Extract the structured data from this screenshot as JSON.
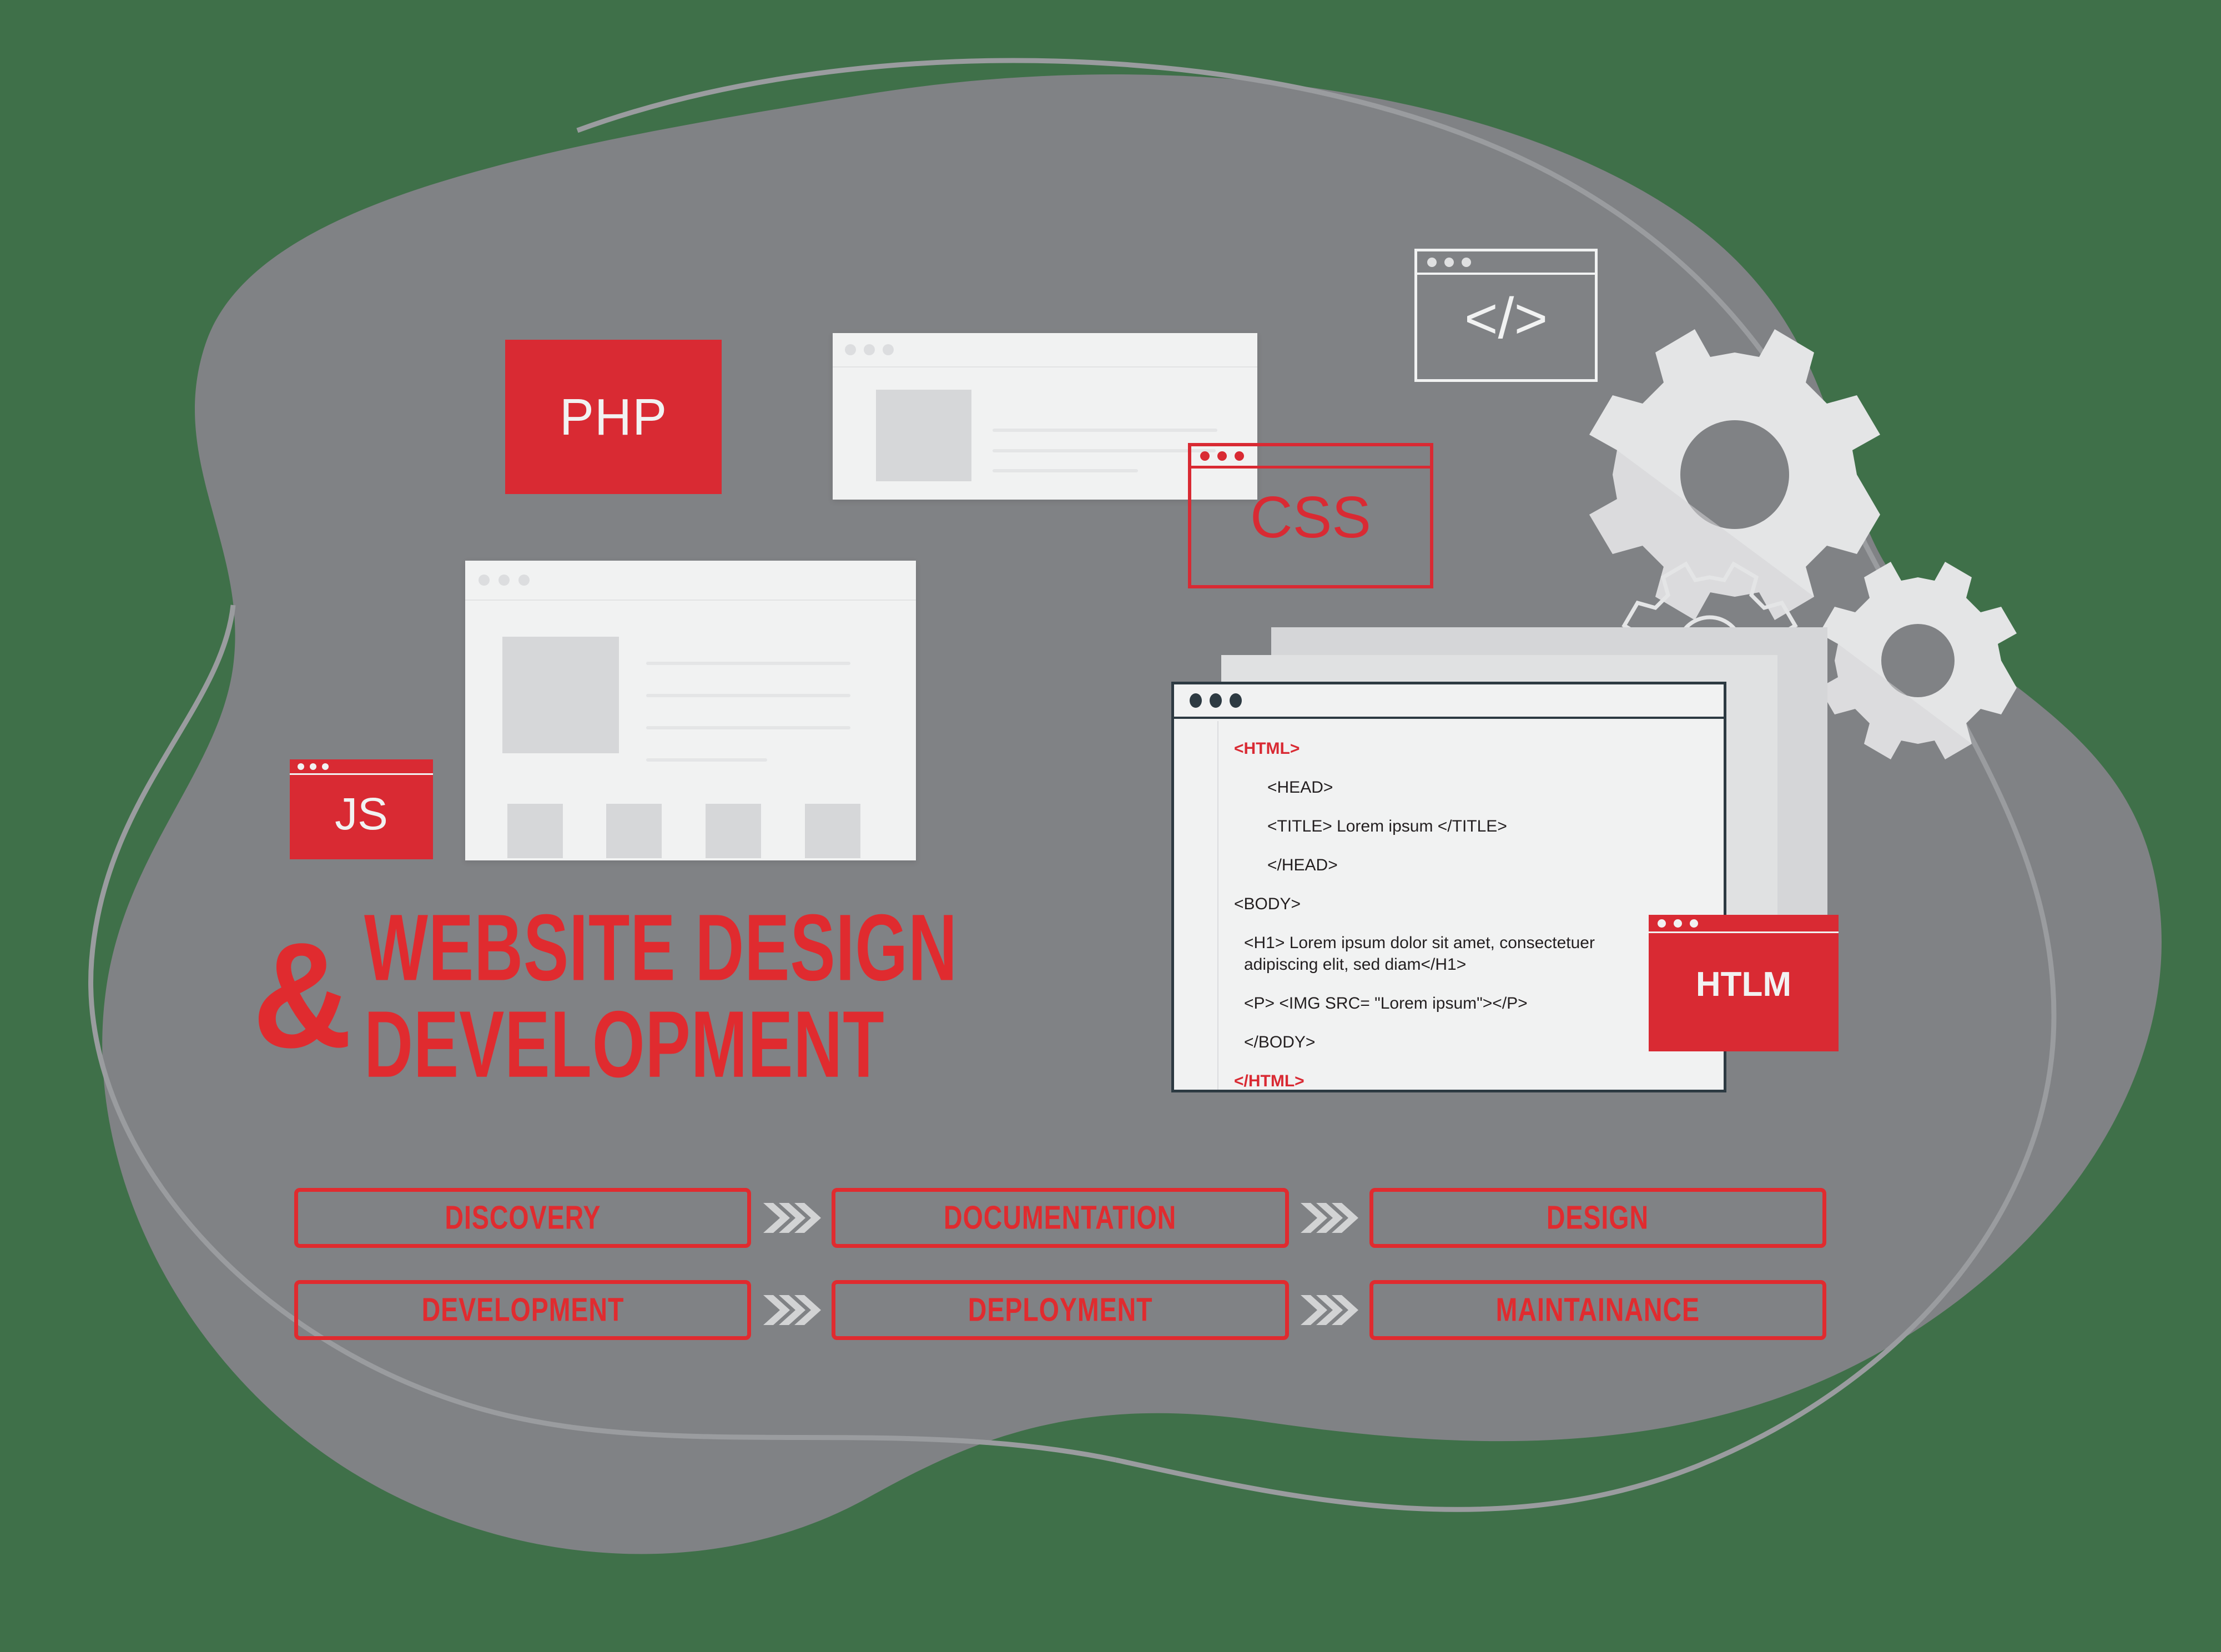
{
  "illustration": {
    "title_line1": "WEBSITE DESIGN",
    "title_line2": "DEVELOPMENT",
    "ampersand": "&",
    "colors": {
      "red": "#D92A33",
      "headline_red": "#E02B2F",
      "blob_gray": "#808285",
      "mock_white": "#F1F2F2",
      "mock_gray": "#D6D7D9",
      "code_border": "#2D3A42",
      "chevron_gray": "#D2D3D4",
      "gear_gray": "#E2E3E4",
      "background": "#3F7049"
    }
  },
  "badges": [
    {
      "id": "php",
      "label": "PHP",
      "style": "solid-red"
    },
    {
      "id": "js",
      "label": "JS",
      "style": "red-window"
    },
    {
      "id": "css",
      "label": "CSS",
      "style": "outline-red-window"
    },
    {
      "id": "htlm",
      "label": "HTLM",
      "style": "red-window"
    }
  ],
  "code_window": {
    "title_bar_dots": 3,
    "lines": [
      {
        "text": "<HTML>",
        "kind": "root",
        "indent": 0
      },
      {
        "text": "<HEAD>",
        "kind": "plain",
        "indent": 1
      },
      {
        "text": "<TITLE> Lorem ipsum </TITLE>",
        "kind": "plain",
        "indent": 1
      },
      {
        "text": "</HEAD>",
        "kind": "plain",
        "indent": 1
      },
      {
        "text": "<BODY>",
        "kind": "plain",
        "indent": 0
      },
      {
        "text": "<H1> Lorem ipsum dolor sit amet, consectetuer adipiscing elit, sed diam</H1>",
        "kind": "wrap",
        "indent": 0
      },
      {
        "text": "<P> <IMG SRC= \"Lorem ipsum\"></P>",
        "kind": "plain",
        "indent": 0
      },
      {
        "text": "</BODY>",
        "kind": "plain",
        "indent": 0
      },
      {
        "text": "</HTML>",
        "kind": "root",
        "indent": 0
      }
    ]
  },
  "code_icon_window": {
    "symbol": "</>",
    "dots": 3
  },
  "process": {
    "row1": [
      {
        "label": "DISCOVERY"
      },
      {
        "label": "DOCUMENTATION"
      },
      {
        "label": "DESIGN"
      }
    ],
    "row2": [
      {
        "label": "DEVELOPMENT"
      },
      {
        "label": "DEPLOYMENT"
      },
      {
        "label": "MAINTAINANCE"
      }
    ]
  },
  "mockups": {
    "top_window": {
      "image_blocks": 1,
      "text_lines": 3,
      "thumbs": 0
    },
    "main_window": {
      "image_blocks": 1,
      "text_lines": 4,
      "thumbs": 4
    }
  },
  "gears": {
    "count": 3,
    "filled": 2,
    "outlined": 1
  }
}
